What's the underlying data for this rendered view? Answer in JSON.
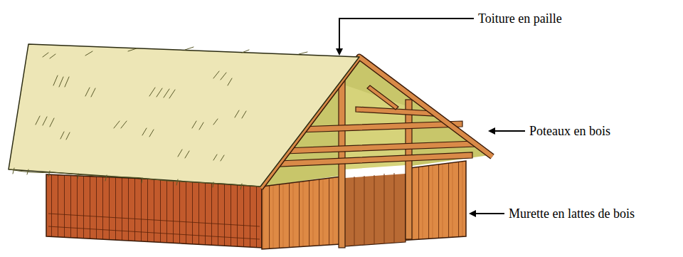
{
  "diagram": {
    "labels": [
      "Toiture en paille",
      "Poteaux en bois",
      "Murette en lattes de bois"
    ]
  }
}
